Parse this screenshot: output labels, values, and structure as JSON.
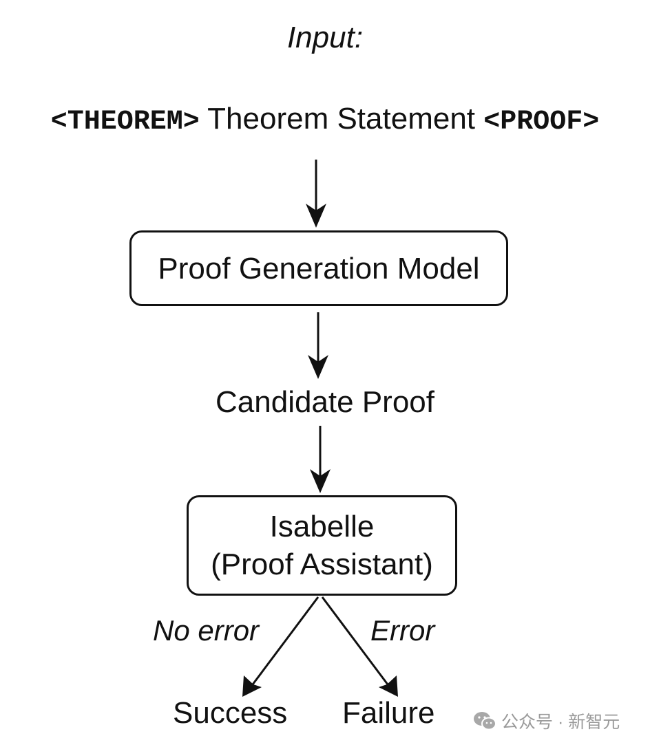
{
  "input": {
    "label": "Input:",
    "theorem_tag": "<THEOREM>",
    "statement": "Theorem Statement",
    "proof_tag": "<PROOF>"
  },
  "nodes": {
    "model": "Proof Generation Model",
    "candidate": "Candidate Proof",
    "isabelle_line1": "Isabelle",
    "isabelle_line2": "(Proof Assistant)"
  },
  "edges": {
    "no_error": "No error",
    "error": "Error"
  },
  "outcomes": {
    "success": "Success",
    "failure": "Failure"
  },
  "watermark": {
    "text": "公众号 · 新智元",
    "icon": "wechat-logo-icon"
  },
  "colors": {
    "ink": "#111111",
    "watermark": "#9a9a9a"
  }
}
